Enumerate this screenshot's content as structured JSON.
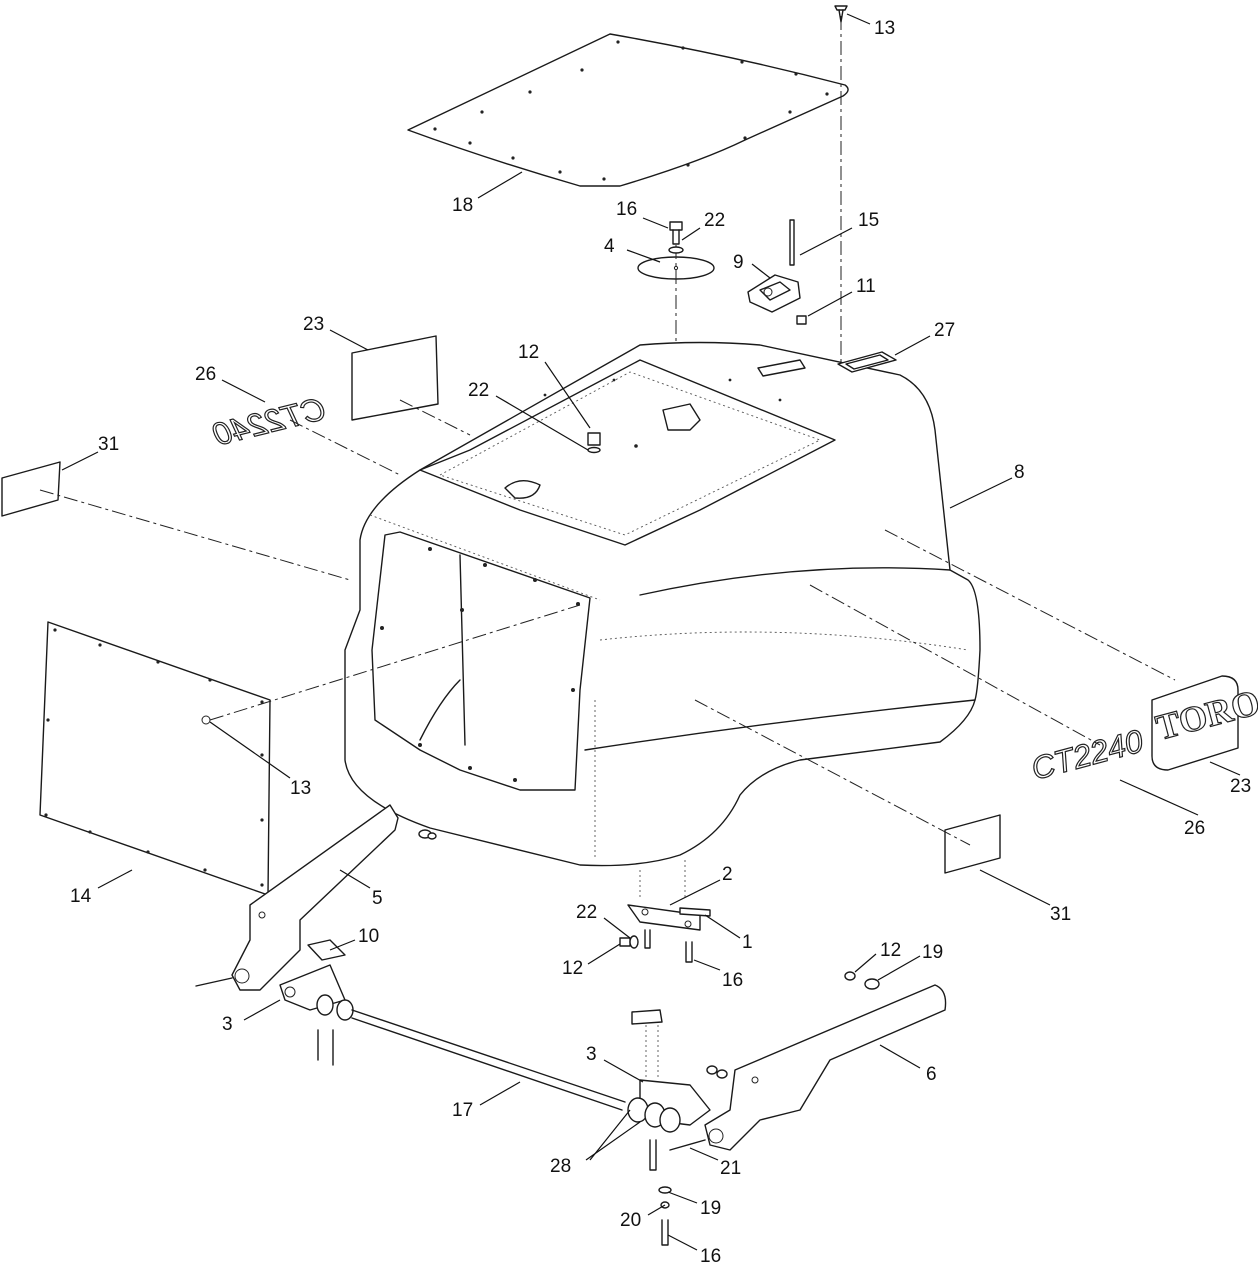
{
  "callouts": [
    {
      "id": "c13a",
      "label": "13"
    },
    {
      "id": "c18",
      "label": "18"
    },
    {
      "id": "c16a",
      "label": "16"
    },
    {
      "id": "c22a",
      "label": "22"
    },
    {
      "id": "c15",
      "label": "15"
    },
    {
      "id": "c4",
      "label": "4"
    },
    {
      "id": "c9",
      "label": "9"
    },
    {
      "id": "c11",
      "label": "11"
    },
    {
      "id": "c23a",
      "label": "23"
    },
    {
      "id": "c27",
      "label": "27"
    },
    {
      "id": "c12a",
      "label": "12"
    },
    {
      "id": "c26a",
      "label": "26"
    },
    {
      "id": "c22b",
      "label": "22"
    },
    {
      "id": "c31a",
      "label": "31"
    },
    {
      "id": "c8",
      "label": "8"
    },
    {
      "id": "c13b",
      "label": "13"
    },
    {
      "id": "c23b",
      "label": "23"
    },
    {
      "id": "c26b",
      "label": "26"
    },
    {
      "id": "c14",
      "label": "14"
    },
    {
      "id": "c5",
      "label": "5"
    },
    {
      "id": "c31b",
      "label": "31"
    },
    {
      "id": "c2",
      "label": "2"
    },
    {
      "id": "c22c",
      "label": "22"
    },
    {
      "id": "c1",
      "label": "1"
    },
    {
      "id": "c10",
      "label": "10"
    },
    {
      "id": "c12b",
      "label": "12"
    },
    {
      "id": "c16b",
      "label": "16"
    },
    {
      "id": "c12c",
      "label": "12"
    },
    {
      "id": "c19a",
      "label": "19"
    },
    {
      "id": "c3a",
      "label": "3"
    },
    {
      "id": "c3b",
      "label": "3"
    },
    {
      "id": "c6",
      "label": "6"
    },
    {
      "id": "c17",
      "label": "17"
    },
    {
      "id": "c28",
      "label": "28"
    },
    {
      "id": "c21",
      "label": "21"
    },
    {
      "id": "c20",
      "label": "20"
    },
    {
      "id": "c19b",
      "label": "19"
    },
    {
      "id": "c16c",
      "label": "16"
    }
  ],
  "decals": {
    "model_left": "CT2240",
    "model_right": "CT2240",
    "brand": "TORO"
  }
}
